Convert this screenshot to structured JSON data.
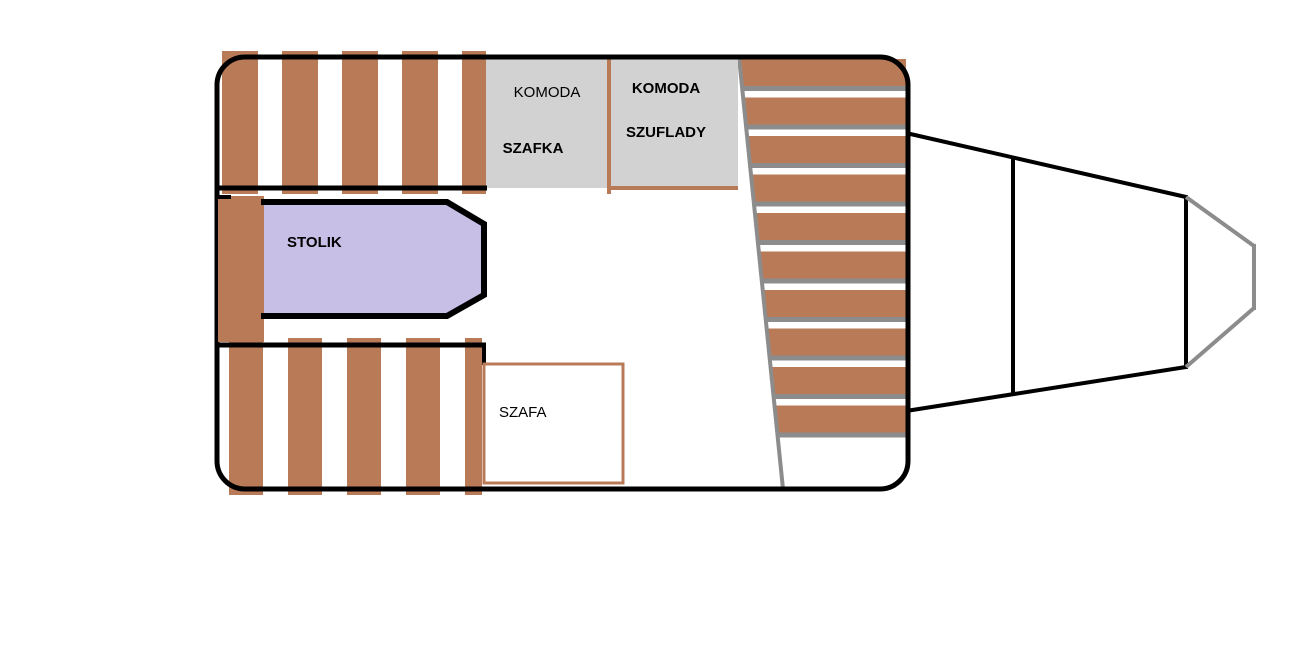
{
  "diagram": {
    "type": "caravan-floor-plan",
    "labels": {
      "komoda_szafka": {
        "line1": "KOMODA",
        "line2": "SZAFKA"
      },
      "komoda_szuflady": {
        "line1": "KOMODA",
        "line2": "SZUFLADY"
      },
      "stolik": "STOLIK",
      "szafa": "SZAFA"
    },
    "colors": {
      "brown": "#B97A57",
      "cabinet_gray": "#D2D2D2",
      "table_purple": "#C8BFE7",
      "line_gray": "#8C8C8C",
      "outline_black": "#000000",
      "background": "#FFFFFF"
    }
  }
}
